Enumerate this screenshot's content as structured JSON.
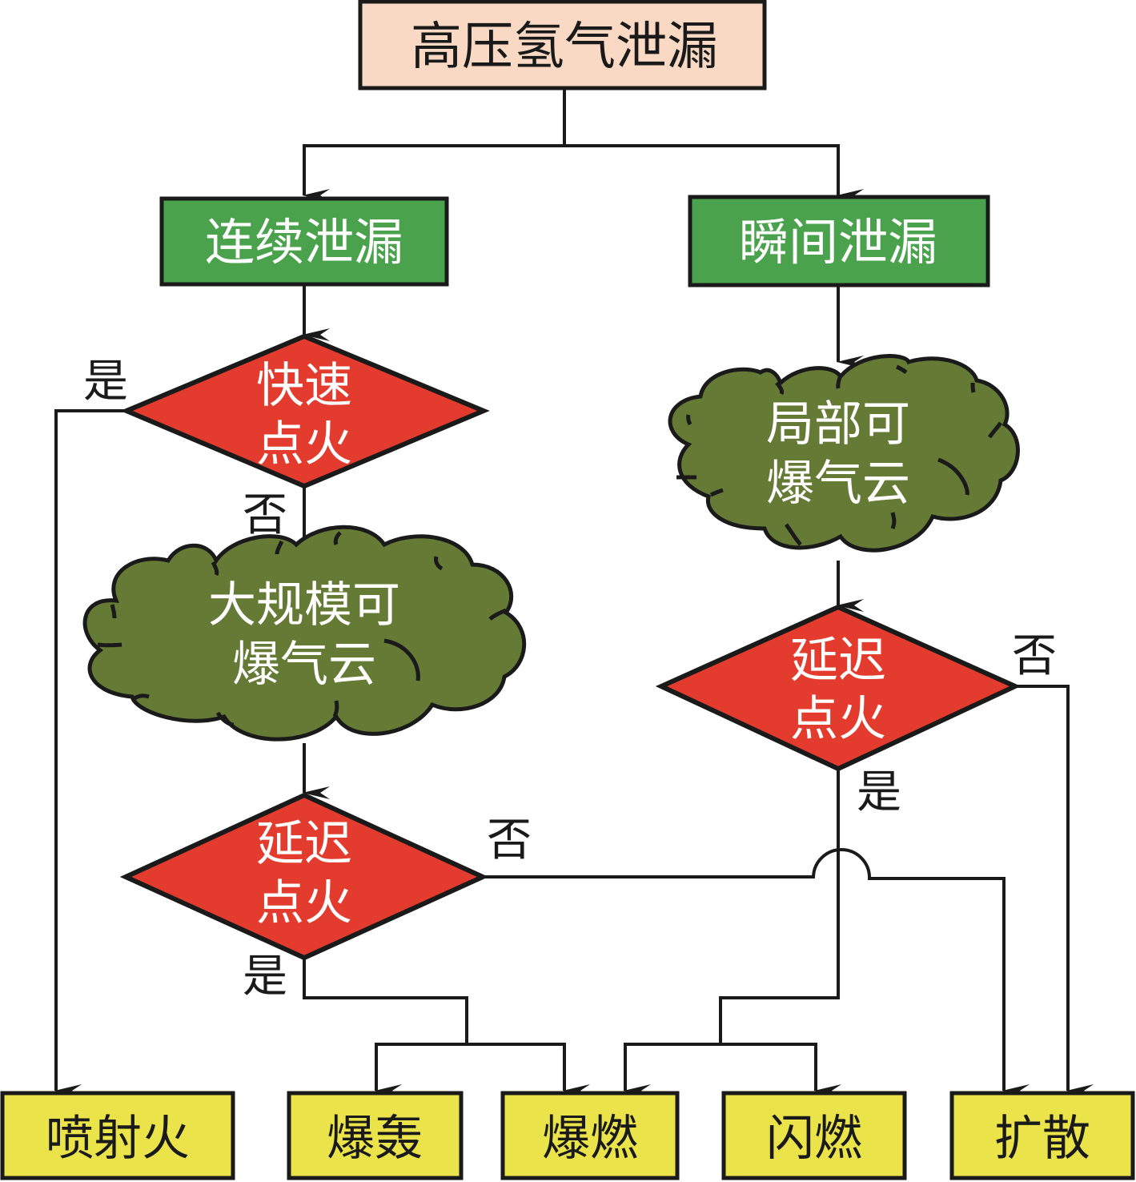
{
  "diagram": {
    "type": "flowchart",
    "colors": {
      "root_fill": "#f9d9c4",
      "branch_fill": "#4aa24d",
      "decision_fill": "#e33b2e",
      "cloud_fill": "#657a35",
      "outcome_fill": "#ebe34a",
      "line": "#1a1a1a"
    },
    "root": {
      "label": "高压氢气泄漏"
    },
    "branches": {
      "continuous": {
        "label": "连续泄漏"
      },
      "instantaneous": {
        "label": "瞬间泄漏"
      }
    },
    "decisions": {
      "quick_ignition": {
        "line1": "快速",
        "line2": "点火"
      },
      "delayed_ignition_left": {
        "line1": "延迟",
        "line2": "点火"
      },
      "delayed_ignition_right": {
        "line1": "延迟",
        "line2": "点火"
      }
    },
    "clouds": {
      "large_scale": {
        "line1": "大规模可",
        "line2": "爆气云"
      },
      "local": {
        "line1": "局部可",
        "line2": "爆气云"
      }
    },
    "edge_labels": {
      "quick_yes": "是",
      "quick_no": "否",
      "delay_left_no": "否",
      "delay_left_yes": "是",
      "delay_right_no": "否",
      "delay_right_yes": "是"
    },
    "outcomes": [
      {
        "id": "jet_fire",
        "label": "喷射火"
      },
      {
        "id": "detonation",
        "label": "爆轰"
      },
      {
        "id": "deflagration",
        "label": "爆燃"
      },
      {
        "id": "flash_fire",
        "label": "闪燃"
      },
      {
        "id": "dispersion",
        "label": "扩散"
      }
    ]
  }
}
